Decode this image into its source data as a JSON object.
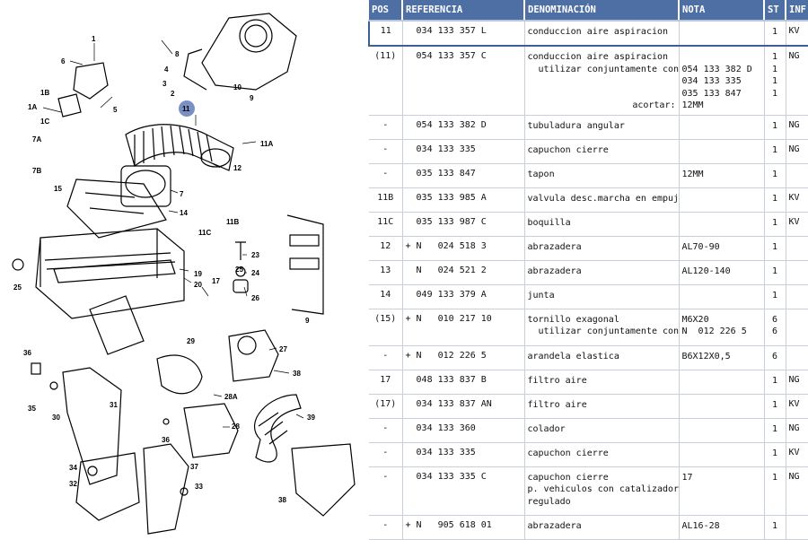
{
  "diagram": {
    "labels": [
      "6",
      "1",
      "1B",
      "1A",
      "1C",
      "5",
      "7A",
      "7B",
      "15",
      "8",
      "4",
      "3",
      "2",
      "9",
      "10",
      "11",
      "11A",
      "12",
      "7",
      "14",
      "11B",
      "11C",
      "25",
      "23",
      "24",
      "25",
      "26",
      "19",
      "20",
      "17",
      "29",
      "27",
      "28",
      "28A",
      "36",
      "35",
      "30",
      "31",
      "32",
      "34",
      "33",
      "37",
      "38",
      "39",
      "38",
      "9"
    ],
    "highlight_label": "11"
  },
  "table": {
    "headers": {
      "pos": "POS",
      "ref": "REFERENCIA",
      "den": "DENOMINACIÓN",
      "nota": "NOTA",
      "st": "ST",
      "inf": "INF"
    },
    "rows": [
      {
        "pos": "11",
        "ref": "  034 133 357 L",
        "den": [
          "conduccion aire aspiracion"
        ],
        "nota": [
          ""
        ],
        "st": [
          "1"
        ],
        "inf": "KV",
        "selected": true
      },
      {
        "pos": "(11)",
        "ref": "  054 133 357 C",
        "den": [
          "conduccion aire aspiracion",
          "  utilizar conjuntamente con:",
          "",
          "",
          "acortar:"
        ],
        "nota": [
          "",
          "054 133 382 D",
          "034 133 335",
          "035 133 847",
          "12MM"
        ],
        "st": [
          "1",
          "1",
          "1",
          "1",
          ""
        ],
        "inf": "NG"
      },
      {
        "pos": "-",
        "ref": "  054 133 382 D",
        "den": [
          "tubuladura angular"
        ],
        "nota": [
          ""
        ],
        "st": [
          "1"
        ],
        "inf": "NG"
      },
      {
        "pos": "-",
        "ref": "  034 133 335",
        "den": [
          "capuchon cierre"
        ],
        "nota": [
          ""
        ],
        "st": [
          "1"
        ],
        "inf": "NG"
      },
      {
        "pos": "-",
        "ref": "  035 133 847",
        "den": [
          "tapon"
        ],
        "nota": [
          "12MM"
        ],
        "st": [
          "1"
        ],
        "inf": ""
      },
      {
        "pos": "11B",
        "ref": "  035 133 985 A",
        "den": [
          "valvula desc.marcha en empuje"
        ],
        "nota": [
          ""
        ],
        "st": [
          "1"
        ],
        "inf": "KV"
      },
      {
        "pos": "11C",
        "ref": "  035 133 987 C",
        "den": [
          "boquilla"
        ],
        "nota": [
          ""
        ],
        "st": [
          "1"
        ],
        "inf": "KV"
      },
      {
        "pos": "12",
        "ref": "+ N   024 518 3",
        "den": [
          "abrazadera"
        ],
        "nota": [
          "AL70-90"
        ],
        "st": [
          "1"
        ],
        "inf": ""
      },
      {
        "pos": "13",
        "ref": "  N   024 521 2",
        "den": [
          "abrazadera"
        ],
        "nota": [
          "AL120-140"
        ],
        "st": [
          "1"
        ],
        "inf": ""
      },
      {
        "pos": "14",
        "ref": "  049 133 379 A",
        "den": [
          "junta"
        ],
        "nota": [
          ""
        ],
        "st": [
          "1"
        ],
        "inf": ""
      },
      {
        "pos": "(15)",
        "ref": "+ N   010 217 10",
        "den": [
          "tornillo exagonal",
          "  utilizar conjuntamente con:"
        ],
        "nota": [
          "M6X20",
          "N  012 226 5"
        ],
        "st": [
          "6",
          "6"
        ],
        "inf": ""
      },
      {
        "pos": "-",
        "ref": "+ N   012 226 5",
        "den": [
          "arandela elastica"
        ],
        "nota": [
          "B6X12X0,5"
        ],
        "st": [
          "6"
        ],
        "inf": ""
      },
      {
        "pos": "17",
        "ref": "  048 133 837 B",
        "den": [
          "filtro aire"
        ],
        "nota": [
          ""
        ],
        "st": [
          "1"
        ],
        "inf": "NG"
      },
      {
        "pos": "(17)",
        "ref": "  034 133 837 AN",
        "den": [
          "filtro aire"
        ],
        "nota": [
          ""
        ],
        "st": [
          "1"
        ],
        "inf": "KV"
      },
      {
        "pos": "-",
        "ref": "  034 133 360",
        "den": [
          "colador"
        ],
        "nota": [
          ""
        ],
        "st": [
          "1"
        ],
        "inf": "NG"
      },
      {
        "pos": "-",
        "ref": "  034 133 335",
        "den": [
          "capuchon cierre"
        ],
        "nota": [
          ""
        ],
        "st": [
          "1"
        ],
        "inf": "KV"
      },
      {
        "pos": "-",
        "ref": "  034 133 335 C",
        "den": [
          "capuchon cierre",
          "p. vehiculos con catalizador",
          "regulado"
        ],
        "nota": [
          "17",
          "",
          ""
        ],
        "st": [
          "1",
          "",
          ""
        ],
        "inf": "NG"
      },
      {
        "pos": "-",
        "ref": "+ N   905 618 01",
        "den": [
          "abrazadera"
        ],
        "nota": [
          "AL16-28"
        ],
        "st": [
          "1"
        ],
        "inf": ""
      }
    ]
  }
}
